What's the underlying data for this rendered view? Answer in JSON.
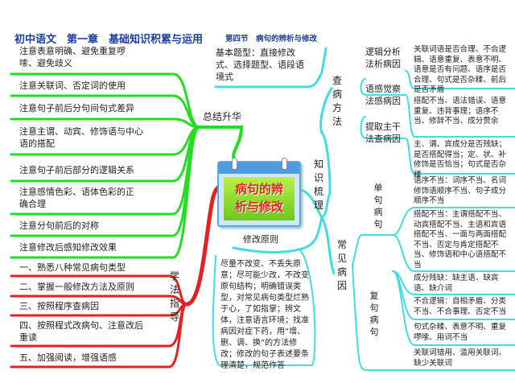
{
  "header": {
    "title": "初中语文　第一章　基础知识积累与运用",
    "subtitle": "第四节　病句的辨析与修改"
  },
  "center": {
    "title_line1": "病句的辨",
    "title_line2": "析与修改"
  },
  "colors": {
    "green": "#22dd22",
    "red": "#e52020",
    "cyan": "#44dddd",
    "title": "#1c3d9c"
  },
  "summary": {
    "label": "总结升华",
    "items": [
      "注意表意明确、避免重复啰嗦、避免歧义",
      "注意关联词、否定词的使用",
      "注意句子前后分句间句式差异",
      "注意主谓、动宾、修饰语与中心语的搭配",
      "注意句子前后部分的逻辑关系",
      "注意感情色彩、语体色彩的正确合理",
      "注意分句前后的对称",
      "注意修改后感知修改效果"
    ]
  },
  "method": {
    "label": "学法指导",
    "items": [
      "一、熟悉八种常见病句类型",
      "二、掌握一般修改方法及原则",
      "三、按照程序查病因",
      "四、按照程式改病句、注意改后重读",
      "五、加强阅读，增强语感"
    ]
  },
  "principle": {
    "label": "修改原则",
    "text": "尽量不改变、不丢失原意；尽可能少改，不改变原句结构；明确错误类型，对常见病句类型烂熟于心，了如指掌；辨文体，注意语言环境；找准病因对症下药，用“增、删、调、换”的方法修改；修改的句子表述要条理清楚，规范作答"
  },
  "knowledge": {
    "label": "知识梳理",
    "question_types": "基本题型：直接修改式、选择题型、语段语境式",
    "check_methods": {
      "label": "查病方法",
      "items": [
        {
          "name": "逻辑分析法析病因",
          "desc": "关联词语是否合理、不合逻辑、语意重复、表意不明、语意是否有问题、语序是否合理、句式是否杂糅、前后是否矛盾"
        },
        {
          "name": "语感觉察法感病因",
          "desc": "搭配不当、语法错误、语意重复、违背事理；语序不当、修辞不当、成分赘余"
        },
        {
          "name": "提取主干法查病因",
          "desc": "主、谓、宾成分是否残缺；是否搭配得当；定、状、补修饰是否恰当；句式是否杂糅"
        }
      ]
    },
    "common_causes": {
      "label": "常见病因",
      "single": {
        "label": "单句病句",
        "items": [
          "语序不当：词序不当、名词修饰语顺序不当、句子成分顺序不当",
          "搭配不当：主谓搭配不当、动宾搭配不当、主语和宾语搭配不当、一面与两面搭配不当、否定与肯定搭配不当、修饰语和中心语搭配不当",
          "成分残缺：缺主语、缺宾语、缺介词"
        ]
      },
      "compound": {
        "label": "复句病句",
        "items": [
          "不合逻辑：自相矛盾、分类不当、不合事理、否定不当",
          "句式杂糅、表意不明、重复啰嗦、用词不当",
          "关联词错用、滥用关联词、缺少关联词"
        ]
      }
    }
  }
}
